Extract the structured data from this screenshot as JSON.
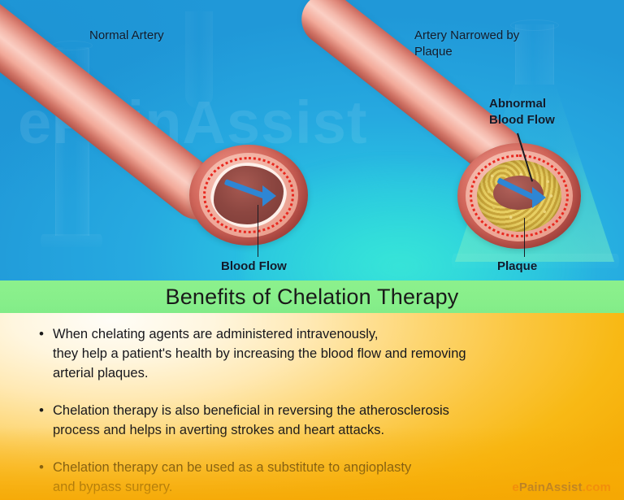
{
  "illustration": {
    "labels": {
      "normal_artery": "Normal Artery",
      "narrowed_artery": "Artery Narrowed by\nPlaque",
      "abnormal_blood_flow": "Abnormal\nBlood Flow",
      "blood_flow": "Blood Flow",
      "plaque": "Plaque"
    },
    "watermark_text": "ePainAssist",
    "colors": {
      "background_blue": "#26a9e0",
      "background_teal": "#3ae6d6",
      "artery_pink": "#f4b8ab",
      "artery_wall_red": "#c4584f",
      "endothelium_red": "#e8281f",
      "plaque_gold": "#d8b94c",
      "flow_arrow_blue": "#2e86d4"
    }
  },
  "title_band": {
    "heading": "Benefits of Chelation Therapy",
    "background_color": "#88ef8b"
  },
  "content": {
    "background_color": "#fbc63f",
    "bullet_marker": "•",
    "bullets": [
      "When chelating agents are administered intravenously,\nthey help a patient's health by increasing the blood flow and removing\narterial plaques.",
      "Chelation therapy is also beneficial in reversing the atherosclerosis\nprocess and helps in averting strokes and heart attacks.",
      "Chelation therapy can be used as a substitute to angioplasty\nand bypass surgery."
    ]
  },
  "footer": {
    "logo_e": "e",
    "logo_name": "PainAssist",
    "logo_tld": ".com",
    "logo_accent_color": "#e8491d",
    "logo_name_color": "#3b2a72"
  }
}
